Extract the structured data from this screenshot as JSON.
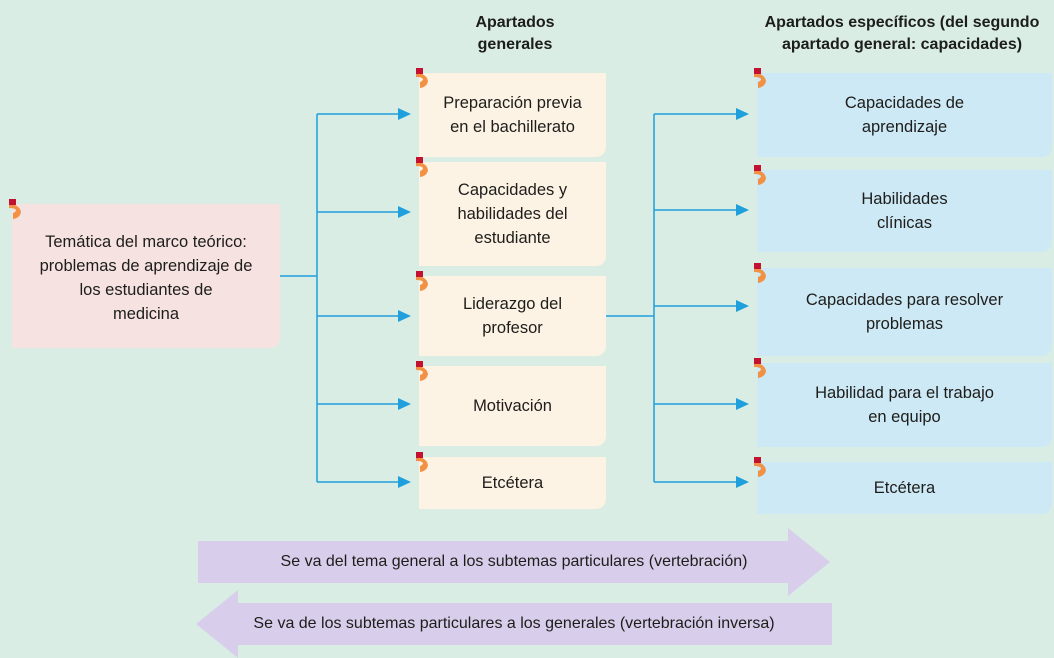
{
  "headers": {
    "general": "Apartados\ngenerales",
    "specific": "Apartados específicos (del segundo\napartado general: capacidades)"
  },
  "main_topic": "Temática del marco teórico:\nproblemas de aprendizaje de\nlos estudiantes de\nmedicina",
  "general_sections": [
    "Preparación previa\nen el bachillerato",
    "Capacidades y\nhabilidades del\nestudiante",
    "Liderazgo del\nprofesor",
    "Motivación",
    "Etcétera"
  ],
  "specific_sections": [
    "Capacidades de\naprendizaje",
    "Habilidades\nclínicas",
    "Capacidades para resolver\nproblemas",
    "Habilidad para el trabajo\nen equipo",
    "Etcétera"
  ],
  "arrows": {
    "forward": "Se va del tema general a los subtemas particulares (vertebración)",
    "backward": "Se va de los subtemas particulares a los generales (vertebración inversa)"
  },
  "colors": {
    "background": "#d9ede5",
    "main_box": "#f6e3e1",
    "general_box": "#fdf3e4",
    "specific_box": "#cde9f5",
    "connector": "#1fa0dc",
    "band": "#d8cdea",
    "tab_orange": "#f29044",
    "tab_red": "#c3122f"
  }
}
